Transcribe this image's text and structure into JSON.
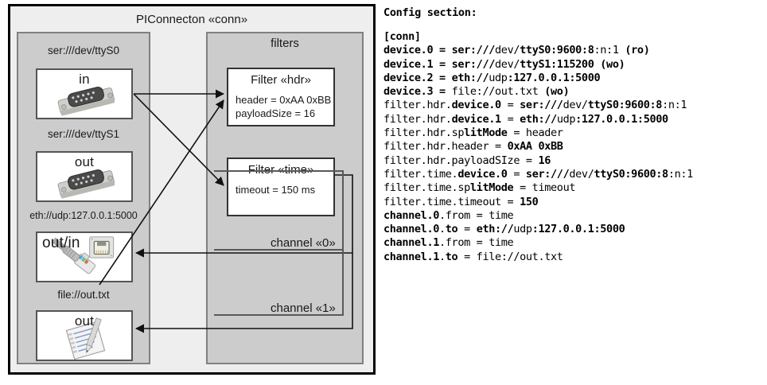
{
  "diagram": {
    "title": "PIConnecton «conn»",
    "devices_panel": {
      "name": "devices-panel",
      "devices": [
        {
          "label": "ser:///dev/ttyS0",
          "direction": "in",
          "icon": "serial-port-icon"
        },
        {
          "label": "ser:///dev/ttyS1",
          "direction": "out",
          "icon": "serial-port-icon"
        },
        {
          "label": "eth://udp:127.0.0.1:5000",
          "direction": "out/in",
          "icon": "ethernet-jack-icon"
        },
        {
          "label": "file://out.txt",
          "direction": "out",
          "icon": "document-pen-icon"
        }
      ]
    },
    "filters_panel": {
      "title": "filters",
      "filters": [
        {
          "title": "Filter «hdr»",
          "props": [
            "header = 0xAA 0xBB",
            "payloadSize = 16"
          ]
        },
        {
          "title": "Filter «time»",
          "props": [
            "timeout = 150 ms"
          ]
        }
      ],
      "channels": [
        {
          "label": "channel «0»"
        },
        {
          "label": "channel «1»"
        }
      ]
    }
  },
  "config": {
    "heading": "Config section:",
    "lines": [
      [
        {
          "t": "[conn]",
          "b": true
        }
      ],
      [
        {
          "t": "device.0 = ",
          "b": true
        },
        {
          "t": "ser:///",
          "b": true
        },
        {
          "t": "dev/",
          "b": false
        },
        {
          "t": "ttyS0:9600:8",
          "b": true
        },
        {
          "t": ":n:1 ",
          "b": false
        },
        {
          "t": "(ro)",
          "b": true
        }
      ],
      [
        {
          "t": "device.1 = ",
          "b": true
        },
        {
          "t": "ser:///",
          "b": true
        },
        {
          "t": "dev/",
          "b": false
        },
        {
          "t": "ttyS1:115200 ",
          "b": true
        },
        {
          "t": "(wo)",
          "b": true
        }
      ],
      [
        {
          "t": "device.2 = ",
          "b": true
        },
        {
          "t": "eth://",
          "b": true
        },
        {
          "t": "udp",
          "b": false
        },
        {
          "t": ":127.0.0.1:5000",
          "b": true
        }
      ],
      [
        {
          "t": "device.3 = ",
          "b": true
        },
        {
          "t": "file://",
          "b": false
        },
        {
          "t": "out",
          "b": false
        },
        {
          "t": ".txt ",
          "b": false
        },
        {
          "t": "(wo)",
          "b": true
        }
      ],
      [
        {
          "t": "filter.hdr.",
          "b": false
        },
        {
          "t": "device.0",
          "b": true
        },
        {
          "t": " = ",
          "b": false
        },
        {
          "t": "ser:///",
          "b": true
        },
        {
          "t": "dev/",
          "b": false
        },
        {
          "t": "ttyS0:9600:8",
          "b": true
        },
        {
          "t": ":n:1",
          "b": false
        }
      ],
      [
        {
          "t": "filter.hdr.",
          "b": false
        },
        {
          "t": "device.1",
          "b": true
        },
        {
          "t": " = ",
          "b": false
        },
        {
          "t": "eth://",
          "b": true
        },
        {
          "t": "udp",
          "b": false
        },
        {
          "t": ":127.0.0.1:5000",
          "b": true
        }
      ],
      [
        {
          "t": "filter.hdr.",
          "b": false
        },
        {
          "t": "sp",
          "b": false
        },
        {
          "t": "litMode",
          "b": true
        },
        {
          "t": " = header",
          "b": false
        }
      ],
      [
        {
          "t": "filter.hdr.header = ",
          "b": false
        },
        {
          "t": "0xAA 0xBB",
          "b": true
        }
      ],
      [
        {
          "t": "filter.hdr.payloadSIze = ",
          "b": false
        },
        {
          "t": "16",
          "b": true
        }
      ],
      [
        {
          "t": "filter.time.",
          "b": false
        },
        {
          "t": "device.0",
          "b": true
        },
        {
          "t": " = ",
          "b": false
        },
        {
          "t": "ser:///",
          "b": true
        },
        {
          "t": "dev/",
          "b": false
        },
        {
          "t": "ttyS0:9600:8",
          "b": true
        },
        {
          "t": ":n:1",
          "b": false
        }
      ],
      [
        {
          "t": "filter.time.sp",
          "b": false
        },
        {
          "t": "litMode",
          "b": true
        },
        {
          "t": " = timeout",
          "b": false
        }
      ],
      [
        {
          "t": "filter.time.timeout = ",
          "b": false
        },
        {
          "t": "150",
          "b": true
        }
      ],
      [
        {
          "t": "channel.0",
          "b": true
        },
        {
          "t": ".from = time",
          "b": false
        }
      ],
      [
        {
          "t": "channel.0",
          "b": true
        },
        {
          "t": ".",
          "b": false
        },
        {
          "t": "to",
          "b": true
        },
        {
          "t": " = ",
          "b": false
        },
        {
          "t": "eth://",
          "b": true
        },
        {
          "t": "udp",
          "b": false
        },
        {
          "t": ":127.0.0.1:5000",
          "b": true
        }
      ],
      [
        {
          "t": "channel.1",
          "b": true
        },
        {
          "t": ".from = time",
          "b": false
        }
      ],
      [
        {
          "t": "channel.1",
          "b": true
        },
        {
          "t": ".",
          "b": false
        },
        {
          "t": "to",
          "b": true
        },
        {
          "t": " = file://out.txt",
          "b": false
        }
      ]
    ]
  },
  "colors": {
    "outer_bg": "#eeeeee",
    "panel_bg": "#cccccc",
    "panel_border": "#808080",
    "card_bg": "#ffffff",
    "ink": "#1a1a1a"
  }
}
